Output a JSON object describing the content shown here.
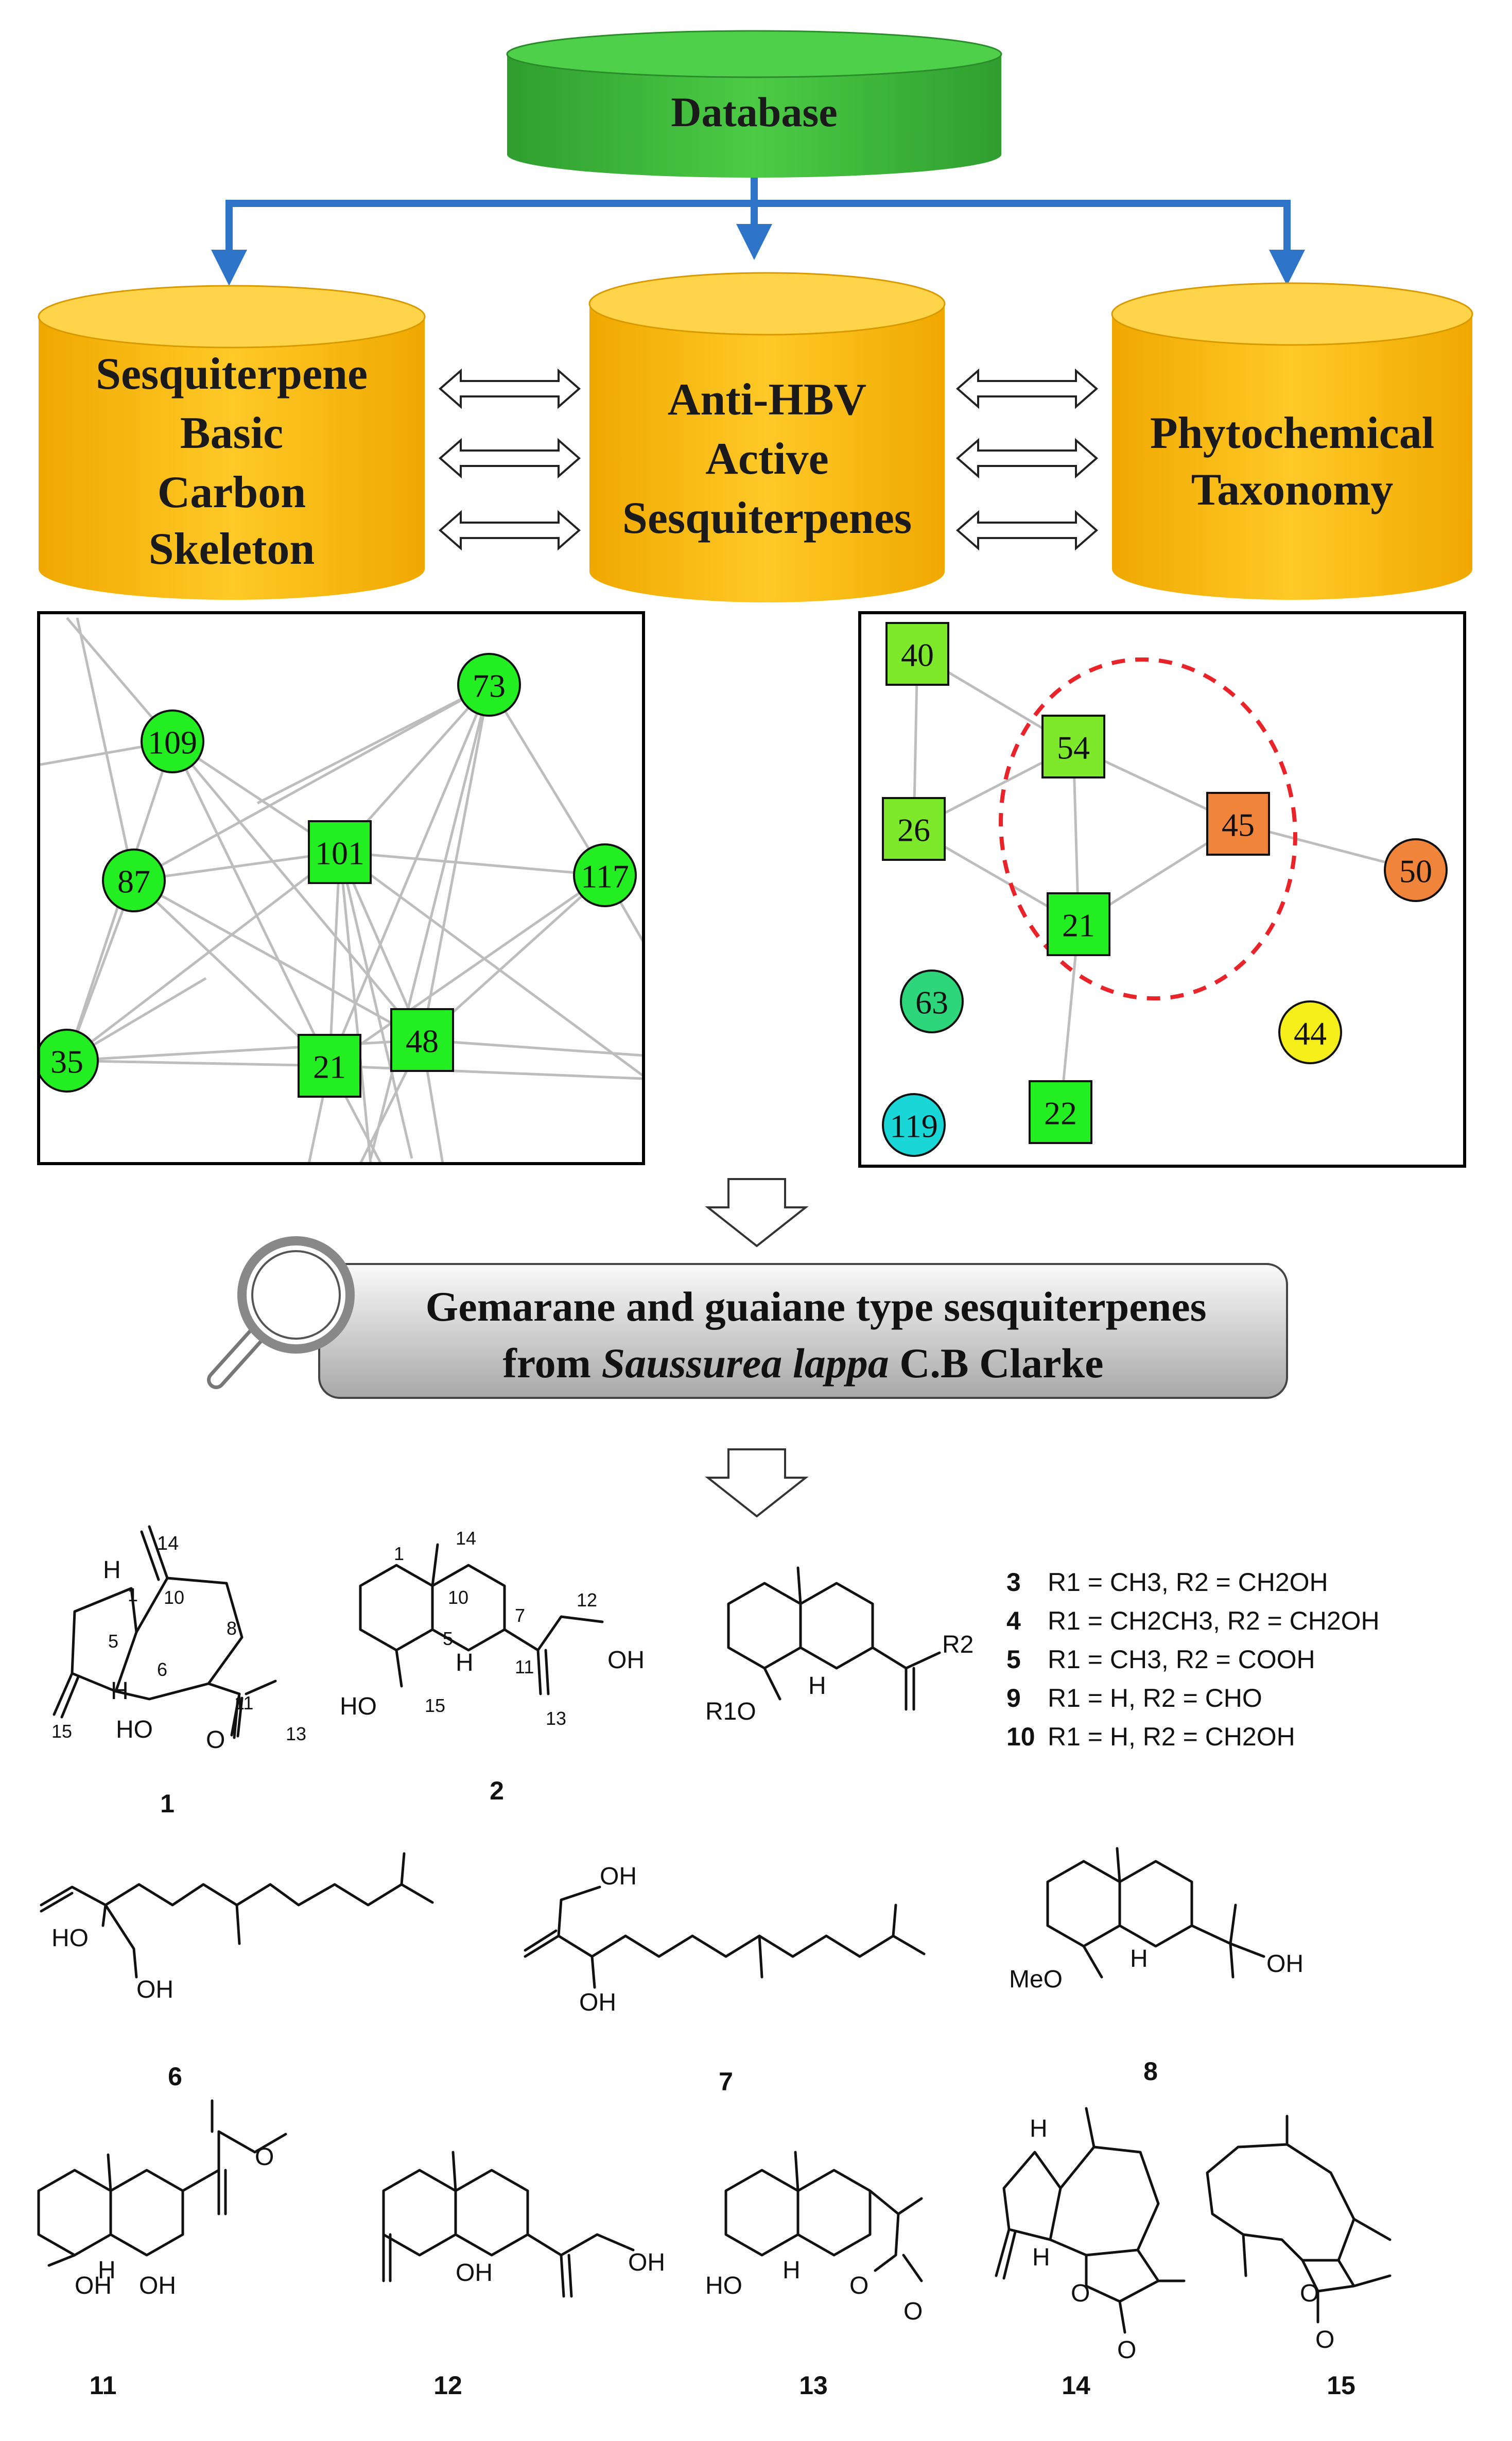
{
  "top_database": {
    "label": "Database"
  },
  "databases": [
    {
      "lines": [
        "Sesquiterpene",
        "Basic",
        "Carbon",
        "Skeleton"
      ]
    },
    {
      "lines": [
        "Anti-HBV",
        "Active",
        "Sesquiterpenes"
      ]
    },
    {
      "lines": [
        "Phytochemical",
        "Taxonomy"
      ]
    }
  ],
  "colors": {
    "green_cyl": "#3db33a",
    "yellow_cyl": "#ffc000",
    "arrow_blue": "#2e74c8",
    "node_green": "#22ee22",
    "node_lime": "#7ee82a",
    "node_orange": "#f0843a",
    "node_yellow": "#f7ef1a",
    "node_cyan": "#1ad7d7",
    "node_teal": "#2dd67a",
    "dashed_red": "#e8232a"
  },
  "network_left": {
    "nodes": [
      {
        "id": "109",
        "shape": "circle"
      },
      {
        "id": "73",
        "shape": "circle"
      },
      {
        "id": "87",
        "shape": "circle"
      },
      {
        "id": "101",
        "shape": "square"
      },
      {
        "id": "117",
        "shape": "circle"
      },
      {
        "id": "35",
        "shape": "circle"
      },
      {
        "id": "21",
        "shape": "square"
      },
      {
        "id": "48",
        "shape": "square"
      }
    ]
  },
  "network_right": {
    "nodes": [
      {
        "id": "40",
        "shape": "square"
      },
      {
        "id": "54",
        "shape": "square"
      },
      {
        "id": "26",
        "shape": "square"
      },
      {
        "id": "45",
        "shape": "square"
      },
      {
        "id": "50",
        "shape": "circle"
      },
      {
        "id": "21",
        "shape": "square"
      },
      {
        "id": "63",
        "shape": "circle"
      },
      {
        "id": "44",
        "shape": "circle"
      },
      {
        "id": "119",
        "shape": "circle"
      },
      {
        "id": "22",
        "shape": "square"
      }
    ]
  },
  "search_banner": {
    "line1": "Gemarane and guaiane type sesquiterpenes",
    "line2_prefix": "from ",
    "line2_italic": "Saussurea lappa",
    "line2_suffix": " C.B Clarke"
  },
  "compounds": {
    "labels": [
      "1",
      "2",
      "6",
      "7",
      "8",
      "11",
      "12",
      "13",
      "14",
      "15"
    ],
    "substituent_table": [
      {
        "num": "3",
        "text": "R1 = CH3, R2 = CH2OH"
      },
      {
        "num": "4",
        "text": "R1 = CH2CH3, R2 = CH2OH"
      },
      {
        "num": "5",
        "text": "R1 = CH3, R2 = COOH"
      },
      {
        "num": "9",
        "text": "R1 = H, R2 = CHO"
      },
      {
        "num": "10",
        "text": "R1 = H, R2 = CH2OH"
      }
    ],
    "atom_labels": {
      "c1": [
        "H",
        "14",
        "1",
        "10",
        "8",
        "5",
        "6",
        "H",
        "HO",
        "15",
        "11",
        "O",
        "13"
      ],
      "c2": [
        "1",
        "14",
        "10",
        "5",
        "7",
        "12",
        "OH",
        "HO",
        "H",
        "11",
        "15",
        "13"
      ],
      "c3": [
        "R1O",
        "H",
        "R2"
      ],
      "c6": [
        "HO",
        "OH"
      ],
      "c7": [
        "OH",
        "OH"
      ],
      "c8": [
        "MeO",
        "H",
        "OH"
      ],
      "c11": [
        "OH",
        "H",
        "OH",
        "O"
      ],
      "c12": [
        "OH",
        "OH"
      ],
      "c13": [
        "HO",
        "H",
        "O",
        "O"
      ],
      "c14": [
        "H",
        "H",
        "O",
        "O"
      ],
      "c15": [
        "O",
        "O"
      ]
    }
  }
}
